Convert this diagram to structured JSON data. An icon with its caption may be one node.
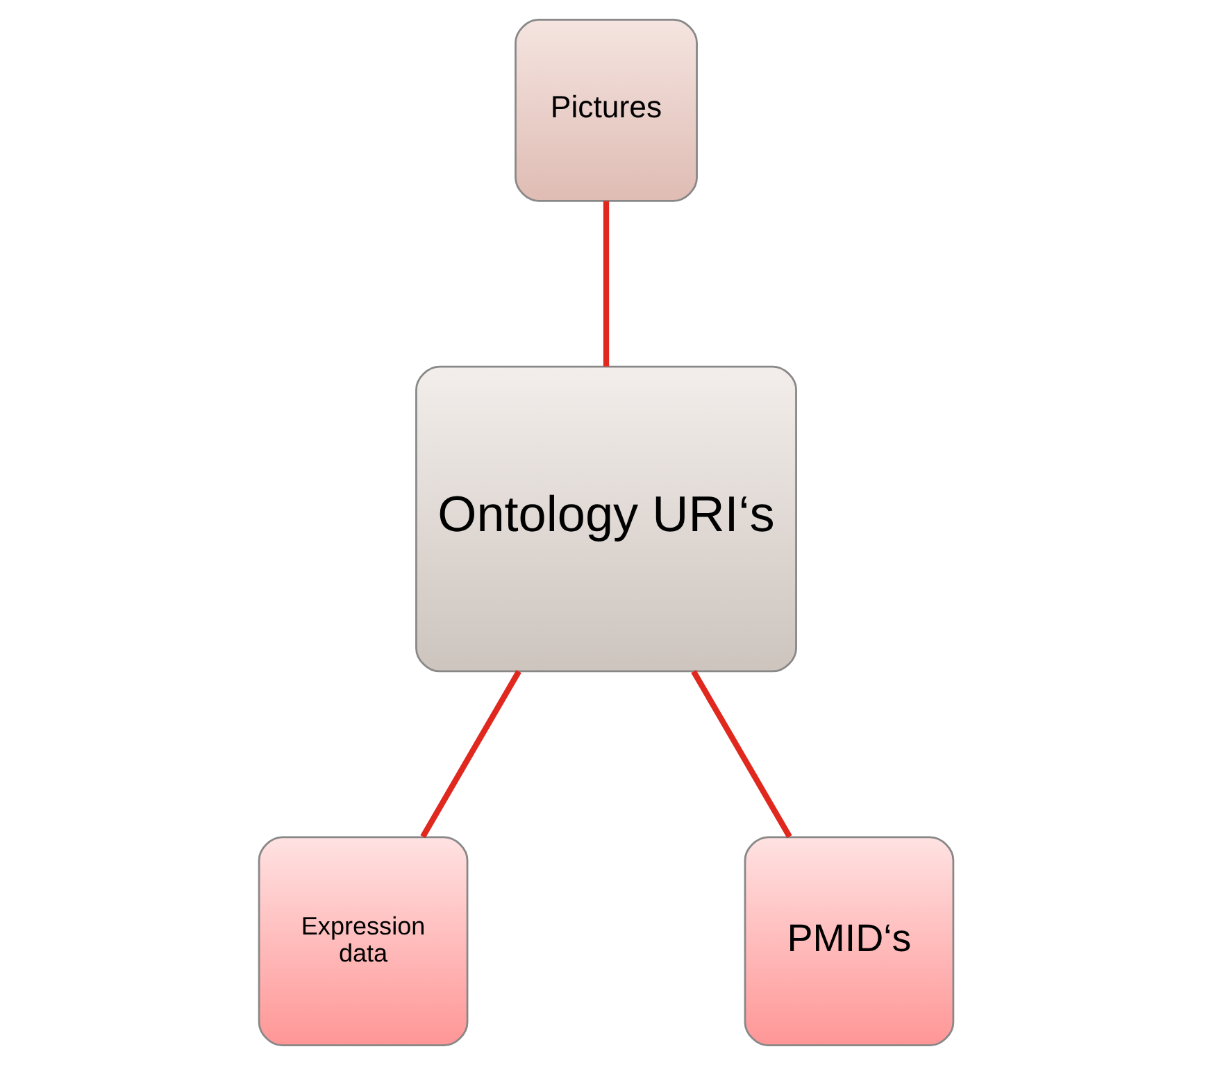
{
  "diagram": {
    "nodes": [
      {
        "text": [
          "Pictures"
        ]
      },
      {
        "text": [
          "Ontology URI‘s"
        ]
      },
      {
        "text": [
          "Expression data"
        ]
      },
      {
        "text": [
          "PMID‘s"
        ]
      }
    ],
    "edges": [
      {
        "from": 0,
        "to": 1,
        "arrow": "none"
      },
      {
        "from": 1,
        "to": 2,
        "arrow": "none"
      },
      {
        "from": 1,
        "to": 3,
        "arrow": "none"
      }
    ]
  }
}
